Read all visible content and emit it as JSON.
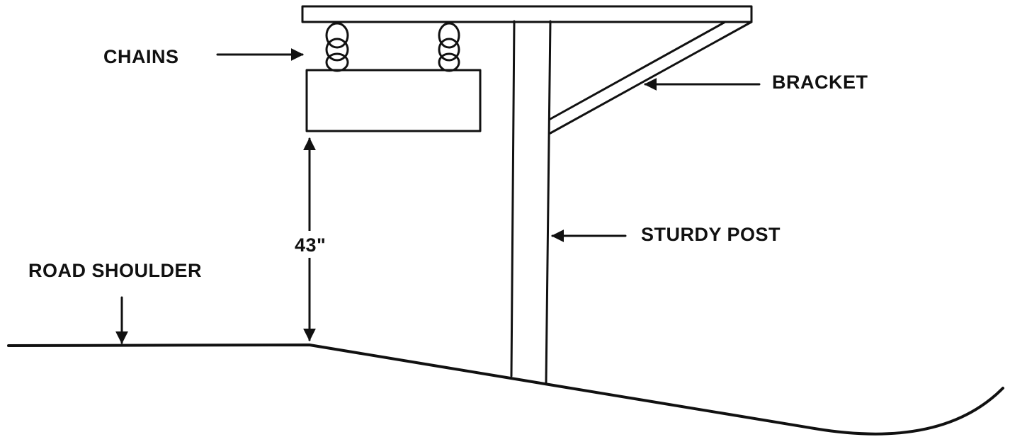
{
  "diagram": {
    "labels": {
      "chains": "CHAINS",
      "bracket": "BRACKET",
      "height": "43\"",
      "sturdy_post": "STURDY POST",
      "road_shoulder": "ROAD SHOULDER"
    },
    "colors": {
      "ink": "#111111",
      "background": "#ffffff"
    }
  }
}
